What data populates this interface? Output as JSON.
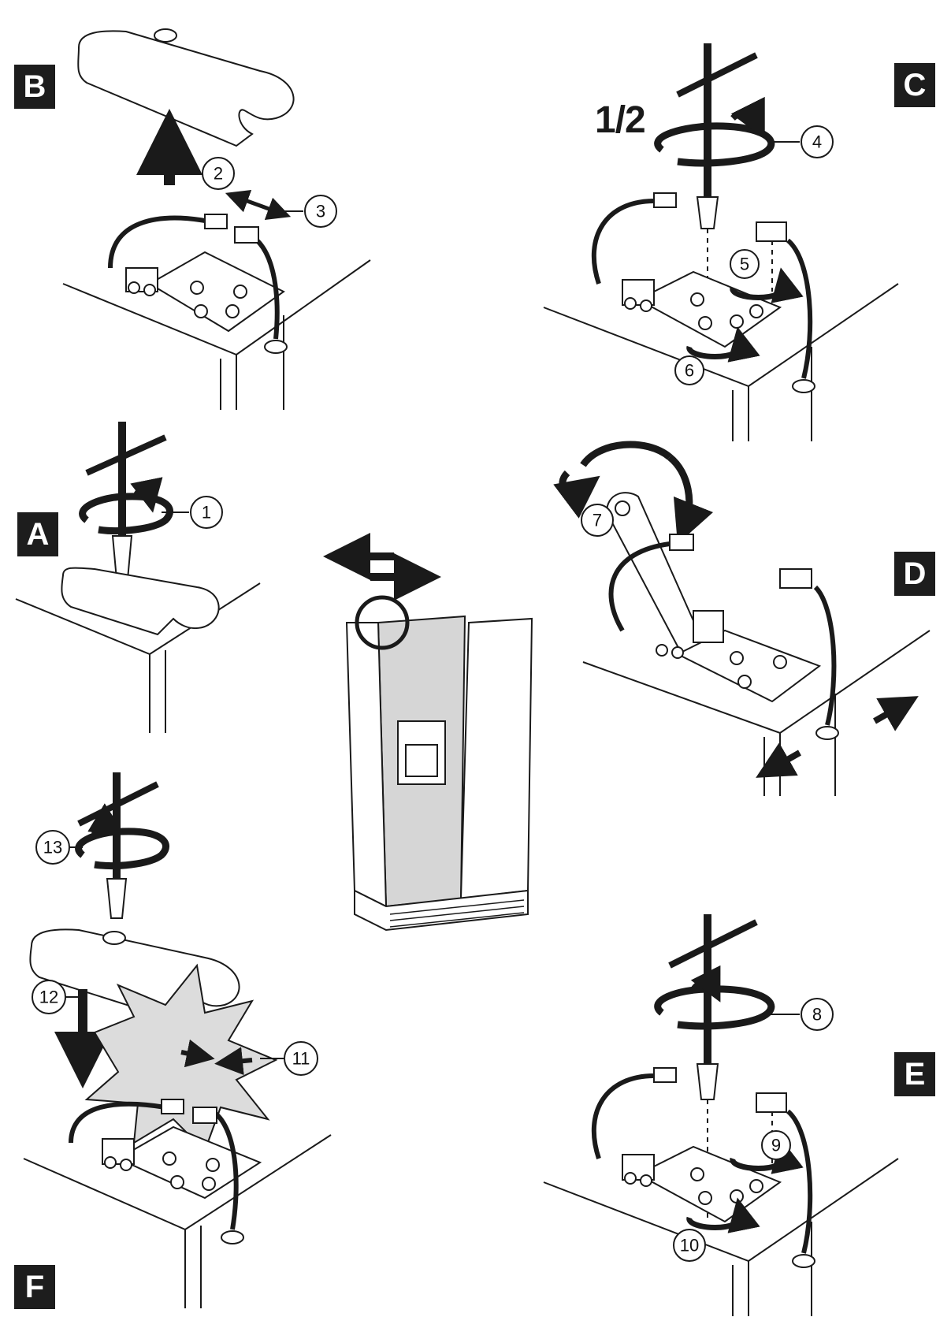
{
  "panels": {
    "A": {
      "letter": "A",
      "steps": [
        "1"
      ]
    },
    "B": {
      "letter": "B",
      "steps": [
        "2",
        "3"
      ]
    },
    "C": {
      "letter": "C",
      "steps": [
        "4",
        "5",
        "6"
      ],
      "fraction": "1/2"
    },
    "D": {
      "letter": "D",
      "steps": [
        "7"
      ]
    },
    "E": {
      "letter": "E",
      "steps": [
        "8",
        "9",
        "10"
      ]
    },
    "F": {
      "letter": "F",
      "steps": [
        "11",
        "12",
        "13"
      ]
    }
  },
  "colors": {
    "ink": "#1a1a1a",
    "panel_fill": "#1d1d1d",
    "door_shade": "#d6d6d6",
    "splash": "#dcdcdc"
  }
}
